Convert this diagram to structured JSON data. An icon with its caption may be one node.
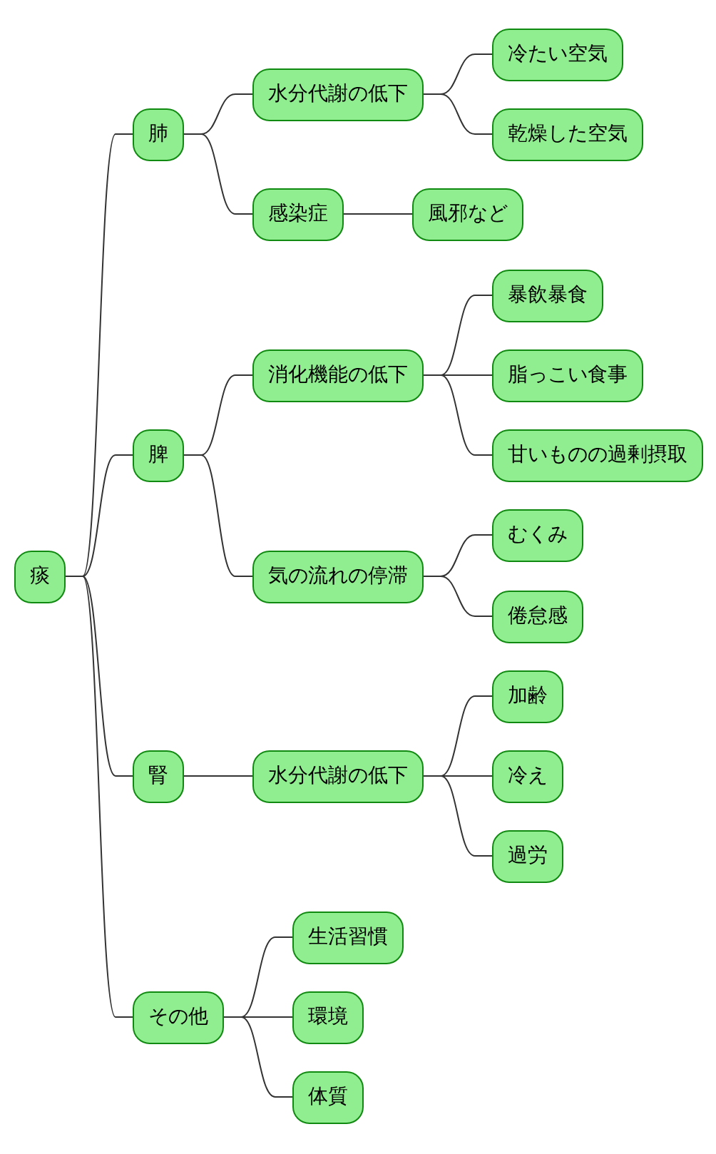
{
  "diagram": {
    "nodes": [
      {
        "text": [
          "痰"
        ]
      },
      {
        "text": [
          "肺"
        ]
      },
      {
        "text": [
          "水分代謝の低下"
        ]
      },
      {
        "text": [
          "冷たい空気"
        ]
      },
      {
        "text": [
          "乾燥した空気"
        ]
      },
      {
        "text": [
          "感染症"
        ]
      },
      {
        "text": [
          "風邪など"
        ]
      },
      {
        "text": [
          "脾"
        ]
      },
      {
        "text": [
          "消化機能の低下"
        ]
      },
      {
        "text": [
          "暴飲暴食"
        ]
      },
      {
        "text": [
          "脂っこい食事"
        ]
      },
      {
        "text": [
          "甘いものの過剰摂取"
        ]
      },
      {
        "text": [
          "気の流れの停滞"
        ]
      },
      {
        "text": [
          "むくみ"
        ]
      },
      {
        "text": [
          "倦怠感"
        ]
      },
      {
        "text": [
          "腎"
        ]
      },
      {
        "text": [
          "水分代謝の低下"
        ]
      },
      {
        "text": [
          "加齢"
        ]
      },
      {
        "text": [
          "冷え"
        ]
      },
      {
        "text": [
          "過労"
        ]
      },
      {
        "text": [
          "その他"
        ]
      },
      {
        "text": [
          "生活習慣"
        ]
      },
      {
        "text": [
          "環境"
        ]
      },
      {
        "text": [
          "体質"
        ]
      }
    ],
    "edges": [
      {
        "from": 0,
        "to": 1,
        "arrow": "none"
      },
      {
        "from": 1,
        "to": 2,
        "arrow": "none"
      },
      {
        "from": 2,
        "to": 3,
        "arrow": "none"
      },
      {
        "from": 2,
        "to": 4,
        "arrow": "none"
      },
      {
        "from": 1,
        "to": 5,
        "arrow": "none"
      },
      {
        "from": 5,
        "to": 6,
        "arrow": "none"
      },
      {
        "from": 0,
        "to": 7,
        "arrow": "none"
      },
      {
        "from": 7,
        "to": 8,
        "arrow": "none"
      },
      {
        "from": 8,
        "to": 9,
        "arrow": "none"
      },
      {
        "from": 8,
        "to": 10,
        "arrow": "none"
      },
      {
        "from": 8,
        "to": 11,
        "arrow": "none"
      },
      {
        "from": 7,
        "to": 12,
        "arrow": "none"
      },
      {
        "from": 12,
        "to": 13,
        "arrow": "none"
      },
      {
        "from": 12,
        "to": 14,
        "arrow": "none"
      },
      {
        "from": 0,
        "to": 15,
        "arrow": "none"
      },
      {
        "from": 15,
        "to": 16,
        "arrow": "none"
      },
      {
        "from": 16,
        "to": 17,
        "arrow": "none"
      },
      {
        "from": 16,
        "to": 18,
        "arrow": "none"
      },
      {
        "from": 16,
        "to": 19,
        "arrow": "none"
      },
      {
        "from": 0,
        "to": 20,
        "arrow": "none"
      },
      {
        "from": 20,
        "to": 21,
        "arrow": "none"
      },
      {
        "from": 20,
        "to": 22,
        "arrow": "none"
      },
      {
        "from": 20,
        "to": 23,
        "arrow": "none"
      }
    ]
  }
}
